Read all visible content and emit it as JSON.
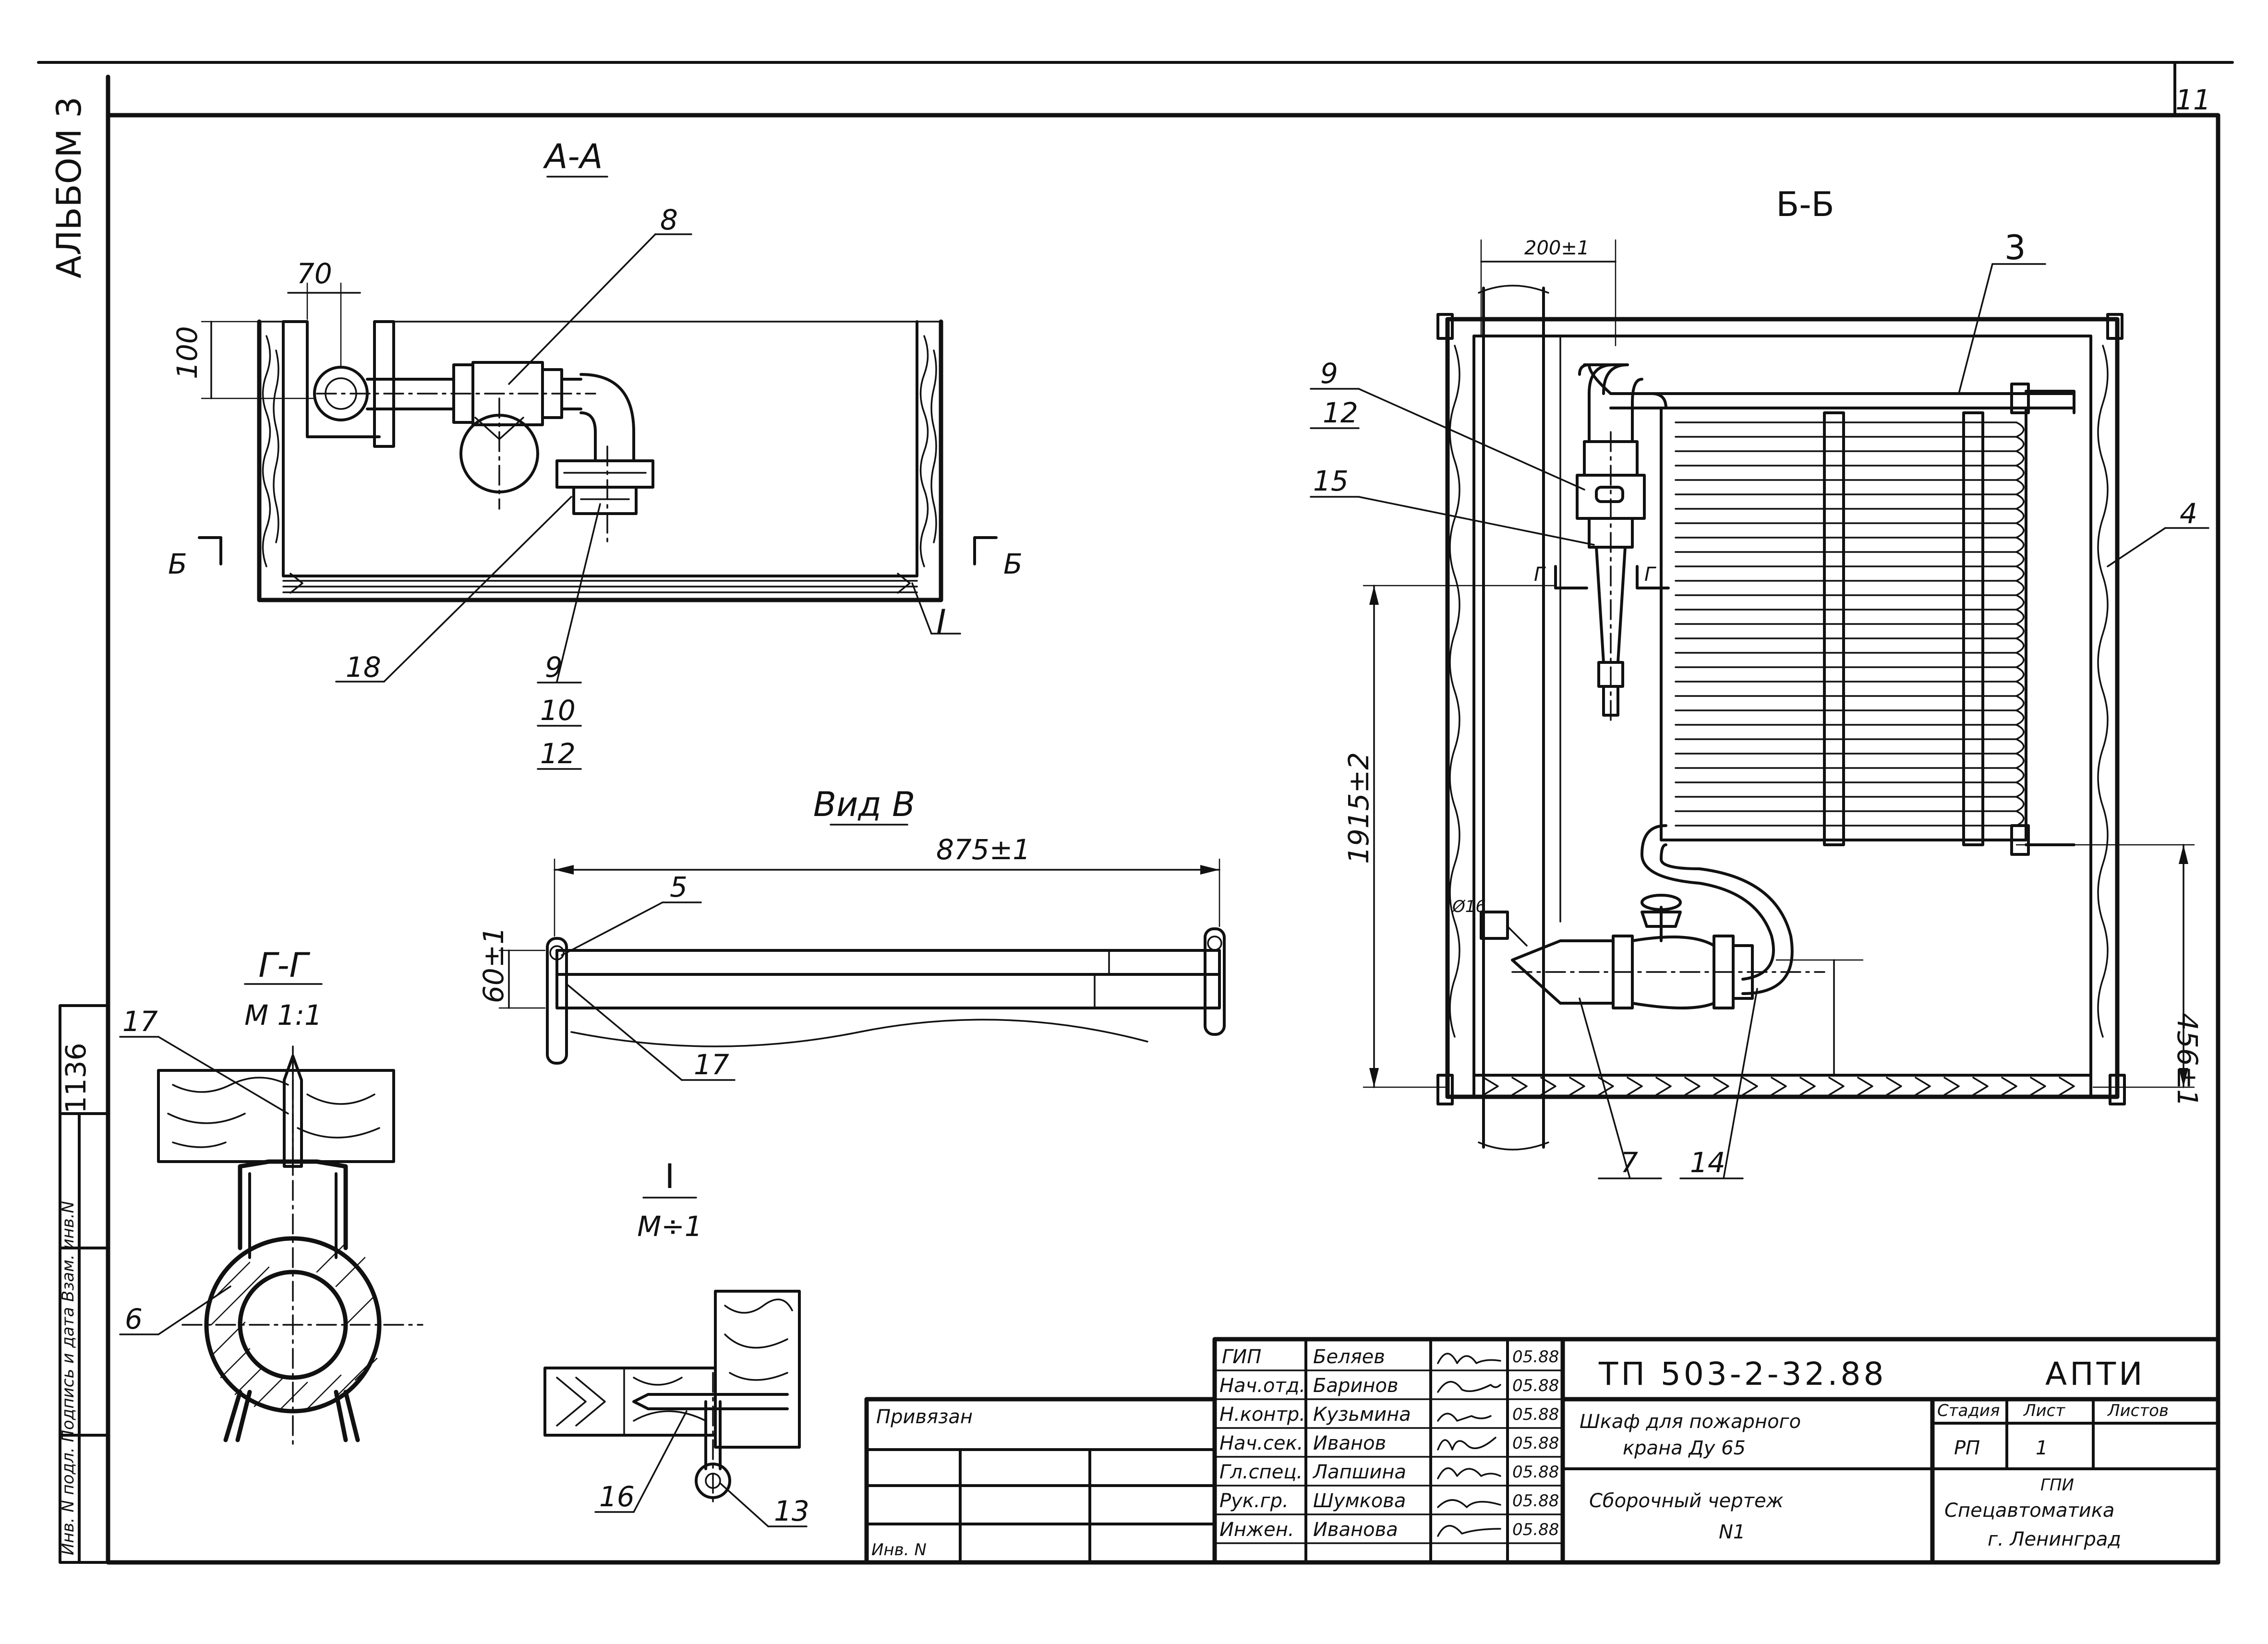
{
  "sheet": {
    "album_label": "АЛЬБОМ 3",
    "album_number": "1136",
    "sheet_number": "11"
  },
  "views": {
    "section_aa": "А-А",
    "section_bb": "Б-Б",
    "view_v": "Вид В",
    "section_gg": "Г-Г",
    "section_gg_scale": "М 1:1",
    "detail_i": "I",
    "detail_i_scale": "М÷1"
  },
  "dimensions": {
    "d70": "70",
    "d100": "100",
    "d200": "200±1",
    "d875": "875±1",
    "d60": "60±1",
    "d1915": "1915±2",
    "d456": "456±1",
    "d16": "Ø16"
  },
  "callouts": {
    "c3": "3",
    "c4": "4",
    "c5": "5",
    "c6": "6",
    "c7": "7",
    "c8": "8",
    "c9a": "9",
    "c12a": "12",
    "c9b": "9",
    "c10": "10",
    "c12b": "12",
    "c13": "13",
    "c14": "14",
    "c15": "15",
    "c16": "16",
    "c17a": "17",
    "c17b": "17",
    "c18": "18",
    "cut_b_left": "Б",
    "cut_b_right": "Б",
    "cut_g_left": "Г",
    "cut_g_right": "Г",
    "detail_i_mark": "I"
  },
  "side_stamp": {
    "cells": [
      "Инв. N подл.",
      "Подпись и дата",
      "Взам. инв. N"
    ],
    "text": "Инв. N подл. Подпись и дата Взам. инв.N"
  },
  "title_block": {
    "privyazan": "Привязан",
    "inv_n": "Инв. N",
    "roles": [
      {
        "role": "ГИП",
        "name": "Беляев",
        "date": "05.88"
      },
      {
        "role": "Нач.отд.",
        "name": "Баринов",
        "date": "05.88"
      },
      {
        "role": "Н.контр.",
        "name": "Кузьмина",
        "date": "05.88"
      },
      {
        "role": "Нач.сек.",
        "name": "Иванов",
        "date": "05.88"
      },
      {
        "role": "Гл.спец.",
        "name": "Лапшина",
        "date": "05.88"
      },
      {
        "role": "Рук.гр.",
        "name": "Шумкова",
        "date": "05.88"
      },
      {
        "role": "Инжен.",
        "name": "Иванова",
        "date": "05.88"
      }
    ],
    "designation": "ТП 503-2-32.88",
    "org_code": "АПТИ",
    "title_line1": "Шкаф для пожарного",
    "title_line2": "крана Ду 65",
    "subtitle_line1": "Сборочный чертеж",
    "subtitle_line2": "N1",
    "stage_header": "Стадия",
    "sheet_header": "Лист",
    "sheets_header": "Листов",
    "stage_value": "РП",
    "sheet_value": "1",
    "sheets_value": "",
    "org_line1": "ГПИ",
    "org_line2": "Спецавтоматика",
    "org_line3": "г. Ленинград"
  }
}
